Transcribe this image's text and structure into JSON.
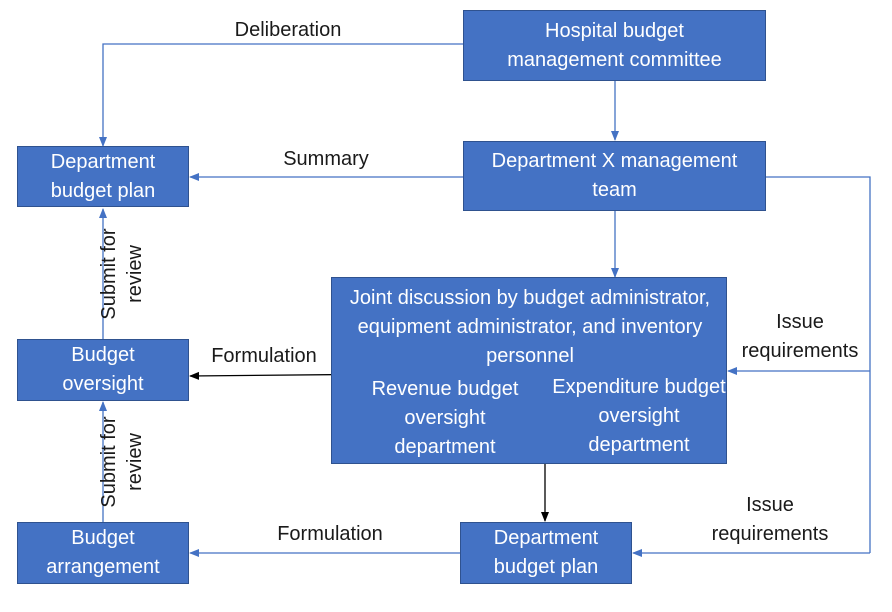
{
  "colors": {
    "box_fill": "#4472c4",
    "box_border": "#2f528f",
    "connector_blue": "#4472c4",
    "connector_black": "#000000",
    "text_on_box": "#ffffff",
    "label_text": "#1a1a1a"
  },
  "boxes": {
    "committee": "Hospital budget management committee",
    "mgmt_team": "Department X management team",
    "dept_plan_top": "Department budget plan",
    "joint_discussion": "Joint discussion by budget administrator, equipment administrator, and inventory personnel",
    "revenue_dept": "Revenue budget oversight department",
    "expenditure_dept": "Expenditure budget oversight department",
    "budget_oversight": "Budget oversight",
    "budget_arrangement": "Budget arrangement",
    "dept_plan_bottom": "Department budget plan"
  },
  "labels": {
    "deliberation": "Deliberation",
    "summary": "Summary",
    "formulation_mid": "Formulation",
    "formulation_bottom": "Formulation",
    "submit_review_upper": "Submit for review",
    "submit_review_lower": "Submit for review",
    "issue_req_mid": "Issue requirements",
    "issue_req_bottom": "Issue requirements"
  }
}
